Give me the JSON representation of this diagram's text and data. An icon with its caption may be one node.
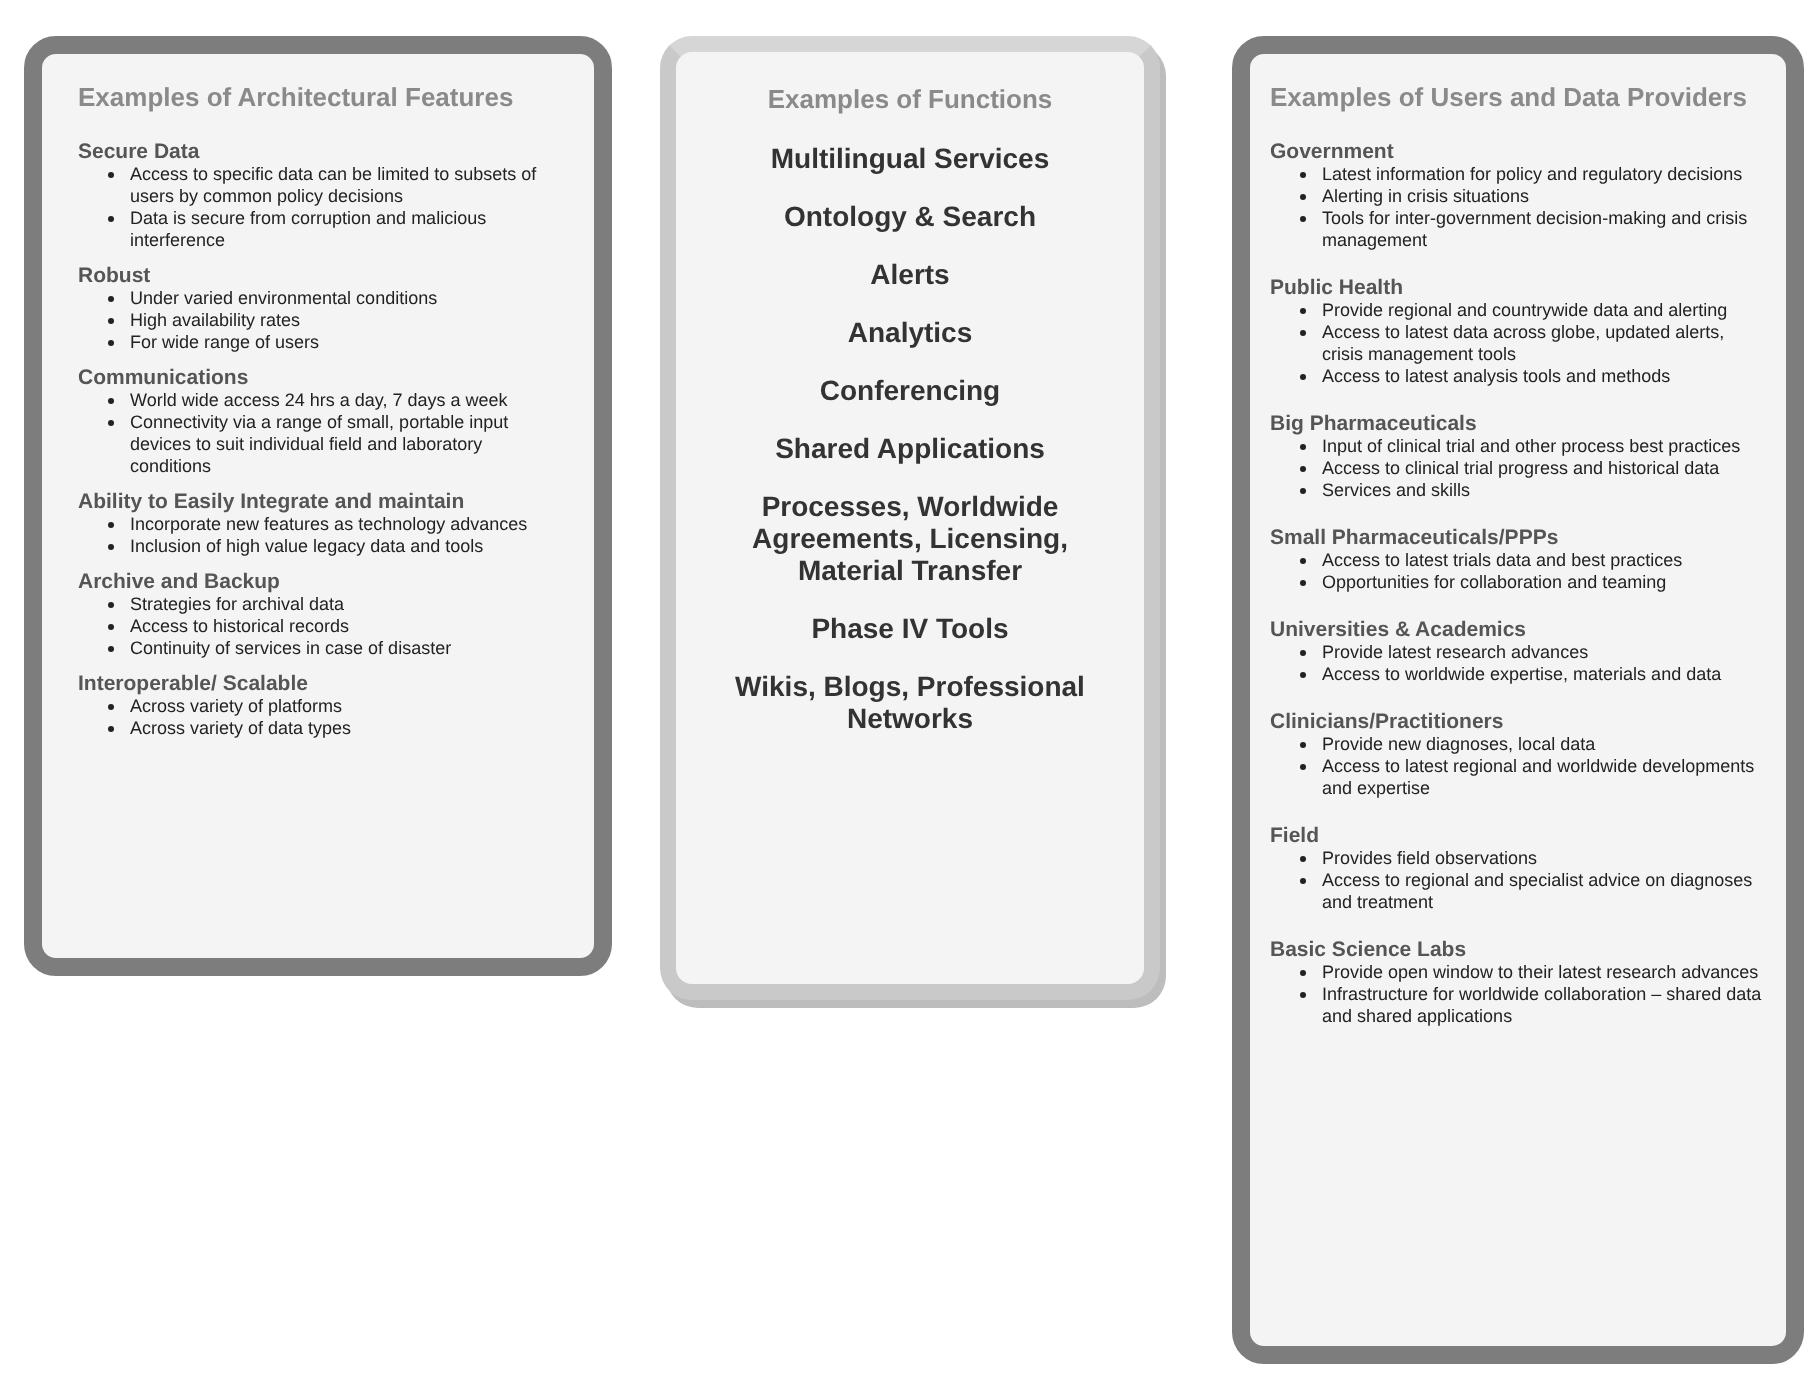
{
  "diagram": {
    "nodes": [
      {
        "text": [
          "Examples of Architectural Features"
        ]
      },
      {
        "text": [
          "Secure Data",
          "Access to specific data can be limited to subsets of users by common  policy decisions",
          "Data is secure from corruption and malicious interference"
        ],
        "in": 0
      },
      {
        "text": [
          "Robust",
          "Under  varied environmental conditions",
          "High availability rates",
          "For wide range of users"
        ],
        "in": 0
      },
      {
        "text": [
          "Communications",
          "World wide access 24 hrs a day, 7 days a week",
          "Connectivity via a range of small, portable input devices to suit individual field and laboratory conditions"
        ],
        "in": 0
      },
      {
        "text": [
          "Ability to Easily Integrate and maintain",
          "Incorporate new features as technology advances",
          "Inclusion of high value legacy data and tools"
        ],
        "in": 0
      },
      {
        "text": [
          "Archive and Backup",
          "Strategies for archival data",
          "Access to historical records",
          "Continuity of services in case of disaster"
        ],
        "in": 0
      },
      {
        "text": [
          "Interoperable/ Scalable",
          "Across variety of platforms",
          "Across variety of data types"
        ],
        "in": 0
      },
      {
        "text": [
          "Examples of Functions",
          "Multilingual Services",
          "Ontology & Search",
          "Alerts",
          "Analytics",
          "Conferencing",
          "Shared Applications",
          "Processes, Worldwide Agreements, Licensing, Material Transfer",
          "Phase IV Tools",
          "Wikis, Blogs, Professional Networks"
        ]
      },
      {
        "text": [
          "Examples of Users and Data Providers"
        ]
      },
      {
        "text": [
          "Government",
          "Latest information for policy and regulatory decisions",
          "Alerting in crisis situations",
          "Tools for inter-government decision-making and crisis management"
        ],
        "in": 8
      },
      {
        "text": [
          "Public Health",
          "Provide regional and countrywide data and alerting",
          "Access to latest data across globe, updated alerts, crisis management tools",
          "Access to latest analysis tools and methods"
        ],
        "in": 8
      },
      {
        "text": [
          "Big Pharmaceuticals",
          "Input of clinical trial and other process best practices",
          "Access to clinical trial progress and historical data",
          "Services and skills"
        ],
        "in": 8
      },
      {
        "text": [
          "Small Pharmaceuticals/PPPs",
          "Access to latest trials data and best practices",
          "Opportunities for collaboration and teaming"
        ],
        "in": 8
      },
      {
        "text": [
          "Universities & Academics",
          "Provide latest research advances",
          "Access to worldwide expertise, materials and data"
        ],
        "in": 8
      },
      {
        "text": [
          "Clinicians/Practitioners",
          "Provide new diagnoses, local data",
          "Access to latest regional and worldwide developments and expertise"
        ],
        "in": 8
      },
      {
        "text": [
          "Field",
          "Provides field observations",
          "Access to regional and specialist advice on diagnoses and treatment"
        ],
        "in": 8
      },
      {
        "text": [
          "Basic Science Labs",
          "Provide open window to their latest research advances",
          "Infrastructure for worldwide collaboration – shared data and shared applications"
        ],
        "in": 8
      }
    ]
  }
}
